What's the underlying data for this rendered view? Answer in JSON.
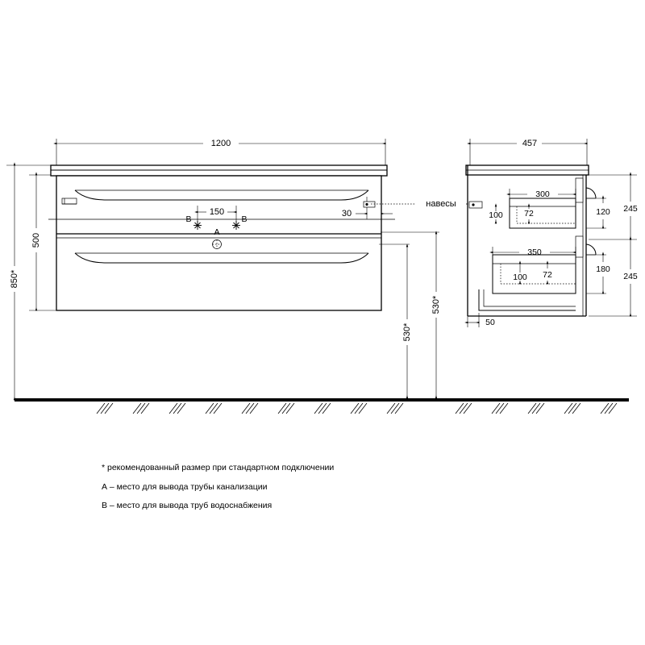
{
  "drawing": {
    "title": "Bathroom vanity cabinet technical drawing",
    "units": "mm",
    "front_view": {
      "name": "front-elevation",
      "dimensions": {
        "overall_width": "1200",
        "cabinet_height": "500",
        "floor_height": "850*",
        "pipe_spacing": "150",
        "edge_offset": "30",
        "drain_height_left": "530*",
        "drain_height_right": "530*"
      },
      "markers": {
        "drain": "A",
        "water_left": "B",
        "water_right": "B",
        "hangers": "навесы"
      }
    },
    "side_view": {
      "name": "side-section",
      "dimensions": {
        "overall_depth": "457",
        "upper_drawer_depth": "300",
        "upper_drawer_height": "100",
        "upper_inner": "72",
        "upper_front_height": "120",
        "upper_section": "245",
        "lower_drawer_depth": "350",
        "lower_drawer_height": "100",
        "lower_inner": "72",
        "lower_front_height": "180",
        "lower_section": "245",
        "plinth_offset": "50"
      }
    },
    "legend": [
      "* рекомендованный размер при стандартном подключении",
      "А – место для вывода трубы канализации",
      "В – место для вывода труб водоснабжения"
    ],
    "colors": {
      "line": "#000000",
      "background": "#ffffff"
    }
  }
}
